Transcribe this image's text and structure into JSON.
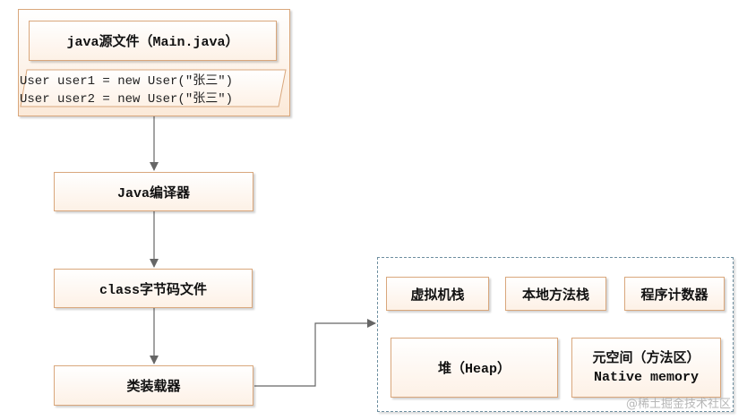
{
  "source_file": {
    "title": "java源文件（Main.java）",
    "code_lines": [
      "User user1 = new User(\"张三\")",
      "User user2 = new User(\"张三\")"
    ]
  },
  "compiler": {
    "label": "Java编译器"
  },
  "bytecode": {
    "label": "class字节码文件"
  },
  "class_loader": {
    "label": "类装载器"
  },
  "jvm_runtime": {
    "vm_stack": "虚拟机栈",
    "native_stack": "本地方法栈",
    "pc_register": "程序计数器",
    "heap": "堆（Heap）",
    "metaspace_line1": "元空间（方法区）",
    "metaspace_line2": "Native memory"
  },
  "watermark": "@稀土掘金技术社区",
  "colors": {
    "box_border": "#d9a77c",
    "box_fill_bottom": "#fdf1e6",
    "panel_border": "#6e8fa0",
    "arrow": "#666666"
  }
}
